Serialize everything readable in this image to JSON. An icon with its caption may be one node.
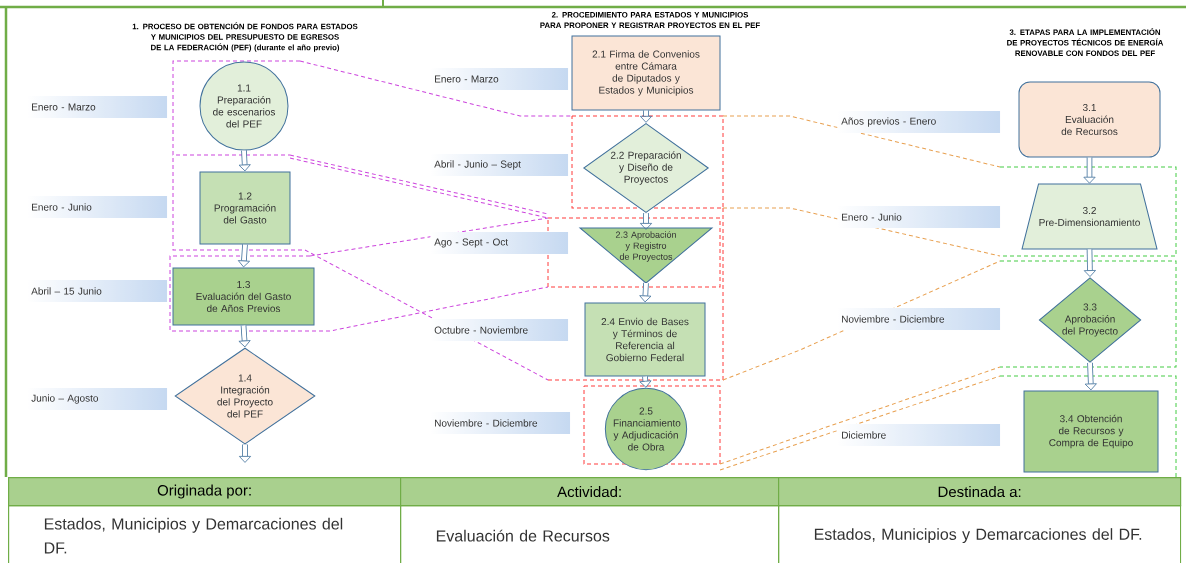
{
  "diagram": {
    "nodes": [
      {
        "text": [
          "Enero - Marzo"
        ]
      },
      {
        "text": [
          "Enero - Junio"
        ]
      },
      {
        "text": [
          "Abril – 15 Junio"
        ]
      },
      {
        "text": [
          "Junio – Agosto"
        ]
      },
      {
        "text": [
          "1.1",
          "Preparación de escenarios del PEF"
        ]
      },
      {
        "text": [
          "1.2",
          "Programación del Gasto"
        ]
      },
      {
        "text": [
          "1.3",
          "Evaluación del Gasto de Años Previos"
        ]
      },
      {
        "text": [
          "1.4",
          "Integración del Proyecto del PEF"
        ]
      },
      {
        "text": [
          "Enero - Marzo"
        ]
      },
      {
        "text": [
          "Abril - Junio – Sept"
        ]
      },
      {
        "text": [
          "Ago - Sept - Oct"
        ]
      },
      {
        "text": [
          "Octubre - Noviembre"
        ]
      },
      {
        "text": [
          "Noviembre - Diciembre"
        ]
      },
      {
        "text": [
          "2.1 Firma de Convenios entre Cámara de Diputados y Estados y Municipios"
        ]
      },
      {
        "text": [
          "2.2 Preparación y Diseño de Proyectos"
        ]
      },
      {
        "text": [
          "2.3 Aprobación y Registro de Proyectos"
        ]
      },
      {
        "text": [
          "2.4 Envio de Bases y Términos de Referencia al Gobierno Federal"
        ]
      },
      {
        "text": [
          "2.5 Financiamiento y Adjudicación de Obra"
        ]
      },
      {
        "text": [
          "Años previos - Enero"
        ]
      },
      {
        "text": [
          "Enero - Junio"
        ]
      },
      {
        "text": [
          "Noviembre - Diciembre"
        ]
      },
      {
        "text": [
          "Diciembre"
        ]
      },
      {
        "text": [
          "3.1",
          "Evaluación de Recursos"
        ]
      },
      {
        "text": [
          "3.2",
          "Pre-Dimensionamiento"
        ]
      },
      {
        "text": [
          "3.3 Aprobación del Proyecto"
        ]
      },
      {
        "text": [
          "3.4 Obtención de Recursos y Compra de Equipo"
        ]
      }
    ],
    "edges": [
      {
        "from": 4,
        "to": 5,
        "arrow": "to"
      },
      {
        "from": 5,
        "to": 6,
        "arrow": "to"
      },
      {
        "from": 6,
        "to": 7,
        "arrow": "to"
      },
      {
        "from": 7,
        "to": null,
        "arrow": "to"
      },
      {
        "from": 13,
        "to": 14,
        "arrow": "to"
      },
      {
        "from": 14,
        "to": 15,
        "arrow": "to"
      },
      {
        "from": 15,
        "to": 16,
        "arrow": "to"
      },
      {
        "from": 16,
        "to": 17,
        "arrow": "to"
      },
      {
        "from": 22,
        "to": 23,
        "arrow": "to"
      },
      {
        "from": 23,
        "to": 24,
        "arrow": "to"
      },
      {
        "from": 24,
        "to": 25,
        "arrow": "to"
      }
    ],
    "labels": [
      "1. PROCESO DE OBTENCIÓN DE FONDOS PARA ESTADOS Y MUNICIPIOS DEL PRESUPUESTO DE EGRESOS DE LA FEDERACIÓN (PEF) (durante el año previo)",
      "2. PROCEDIMIENTO PARA ESTADOS Y MUNICIPIOS PARA PROPONER Y REGISTRAR PROYECTOS EN EL PEF",
      "3. ETAPAS PARA LA IMPLEMENTACIÓN DE PROYECTOS TÉCNICOS DE ENERGÍA RENOVABLE CON FONDOS DEL PEF",
      "Originada por:",
      "Actividad:",
      "Destinada a:",
      "Estados, Municipios y Demarcaciones del DF.",
      "Evaluación de Recursos",
      "Estados, Municipios y Demarcaciones del DF."
    ]
  }
}
